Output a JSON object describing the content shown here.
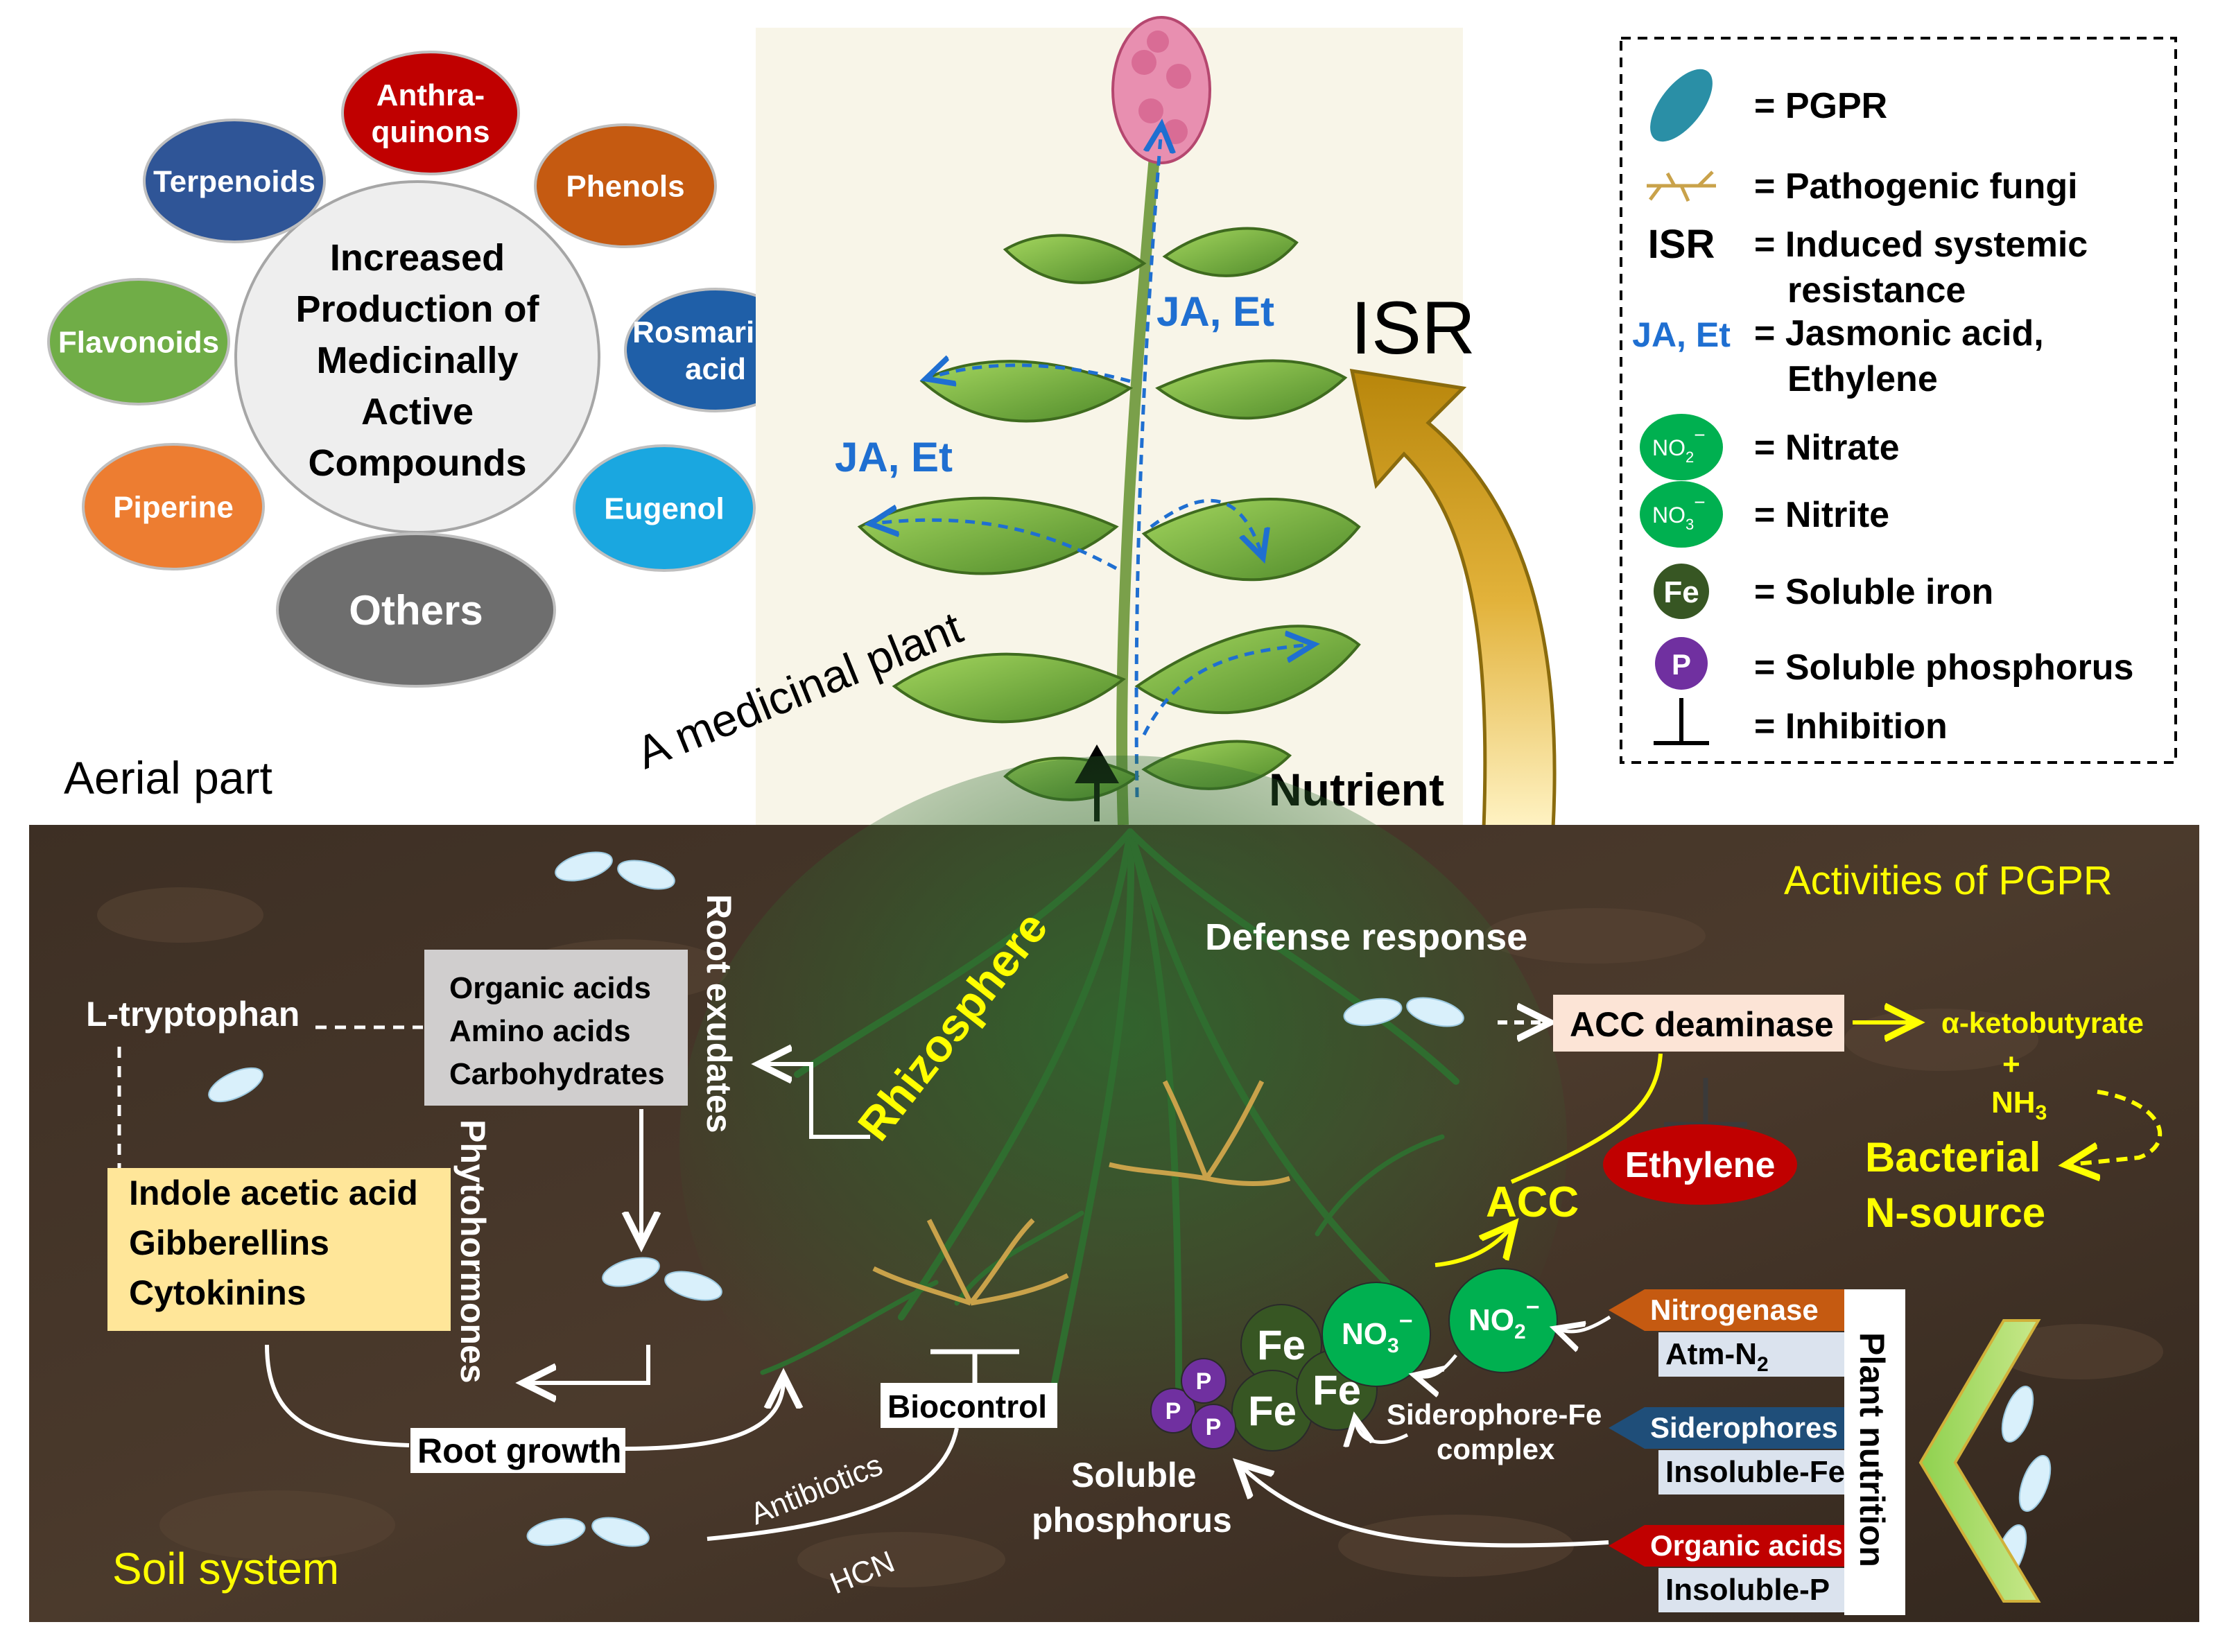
{
  "aerial": {
    "label": "Aerial part",
    "center_text": [
      "Increased",
      "Production of",
      "Medicinally",
      "Active",
      "Compounds"
    ],
    "compounds": [
      {
        "lines": [
          "Anthra-",
          "quinons"
        ],
        "color": "#c00000"
      },
      {
        "lines": [
          "Phenols"
        ],
        "color": "#c55a11"
      },
      {
        "lines": [
          "Rosmarinic",
          "acid"
        ],
        "color": "#1f5fa8"
      },
      {
        "lines": [
          "Eugenol"
        ],
        "color": "#1aa7e0"
      },
      {
        "lines": [
          "Others"
        ],
        "color": "#6e6e6e"
      },
      {
        "lines": [
          "Piperine"
        ],
        "color": "#ed7d31"
      },
      {
        "lines": [
          "Flavonoids"
        ],
        "color": "#70ad47"
      },
      {
        "lines": [
          "Terpenoids"
        ],
        "color": "#2f5597"
      }
    ],
    "plant_label": "A medicinal plant",
    "ja_et": "JA, Et",
    "isr": "ISR",
    "nutrient": "Nutrient"
  },
  "legend": {
    "items": [
      {
        "icon": "pgpr",
        "text": [
          "= PGPR"
        ]
      },
      {
        "icon": "fungi",
        "text": [
          "= Pathogenic fungi"
        ]
      },
      {
        "icon": "ISR",
        "text": [
          "= Induced systemic",
          "resistance"
        ]
      },
      {
        "icon": "JA, Et",
        "text": [
          "= Jasmonic acid,",
          "Ethylene"
        ]
      },
      {
        "icon": "NO2",
        "text": [
          "= Nitrate"
        ]
      },
      {
        "icon": "NO3",
        "text": [
          "= Nitrite"
        ]
      },
      {
        "icon": "Fe",
        "text": [
          "= Soluble iron"
        ]
      },
      {
        "icon": "P",
        "text": [
          "= Soluble phosphorus"
        ]
      },
      {
        "icon": "inhibition",
        "text": [
          "= Inhibition"
        ]
      }
    ]
  },
  "soil": {
    "label": "Soil system",
    "activities": "Activities of PGPR",
    "rhizosphere": "Rhizosphere",
    "defense": "Defense response",
    "l_tryptophan": "L-tryptophan",
    "exudates": [
      "Organic acids",
      "Amino acids",
      "Carbohydrates"
    ],
    "root_exudates": "Root exudates",
    "hormones": [
      "Indole acetic acid",
      "Gibberellins",
      "Cytokinins"
    ],
    "phytohormones": "Phytohormones",
    "root_growth": "Root growth",
    "biocontrol": "Biocontrol",
    "antibiotics": "Antibiotics",
    "hcn": "HCN",
    "acc_deaminase": "ACC deaminase",
    "ketobutyrate": "α-ketobutyrate",
    "plus": "+",
    "nh3": "NH",
    "nh3_sub": "3",
    "ethylene": "Ethylene",
    "acc": "ACC",
    "bacterial_n": [
      "Bacterial",
      "N-source"
    ],
    "soluble_p": [
      "Soluble",
      "phosphorus"
    ],
    "siderophore_fe": [
      "Siderophore-Fe",
      "complex"
    ],
    "plant_nutrition": "Plant nutrition",
    "nutrition": [
      {
        "top": "Nitrogenase",
        "top_color": "#c55a11",
        "bottom": "Atm-N",
        "sub": "2"
      },
      {
        "top": "Siderophores",
        "top_color": "#1f4e79",
        "bottom": "Insoluble-Fe",
        "sub": ""
      },
      {
        "top": "Organic acids",
        "top_color": "#c00000",
        "bottom": "Insoluble-P",
        "sub": ""
      }
    ],
    "fe": "Fe",
    "p": "P",
    "no2": "NO",
    "no2_sub": "2",
    "no3": "NO",
    "no3_sub": "3",
    "minus": "−"
  }
}
